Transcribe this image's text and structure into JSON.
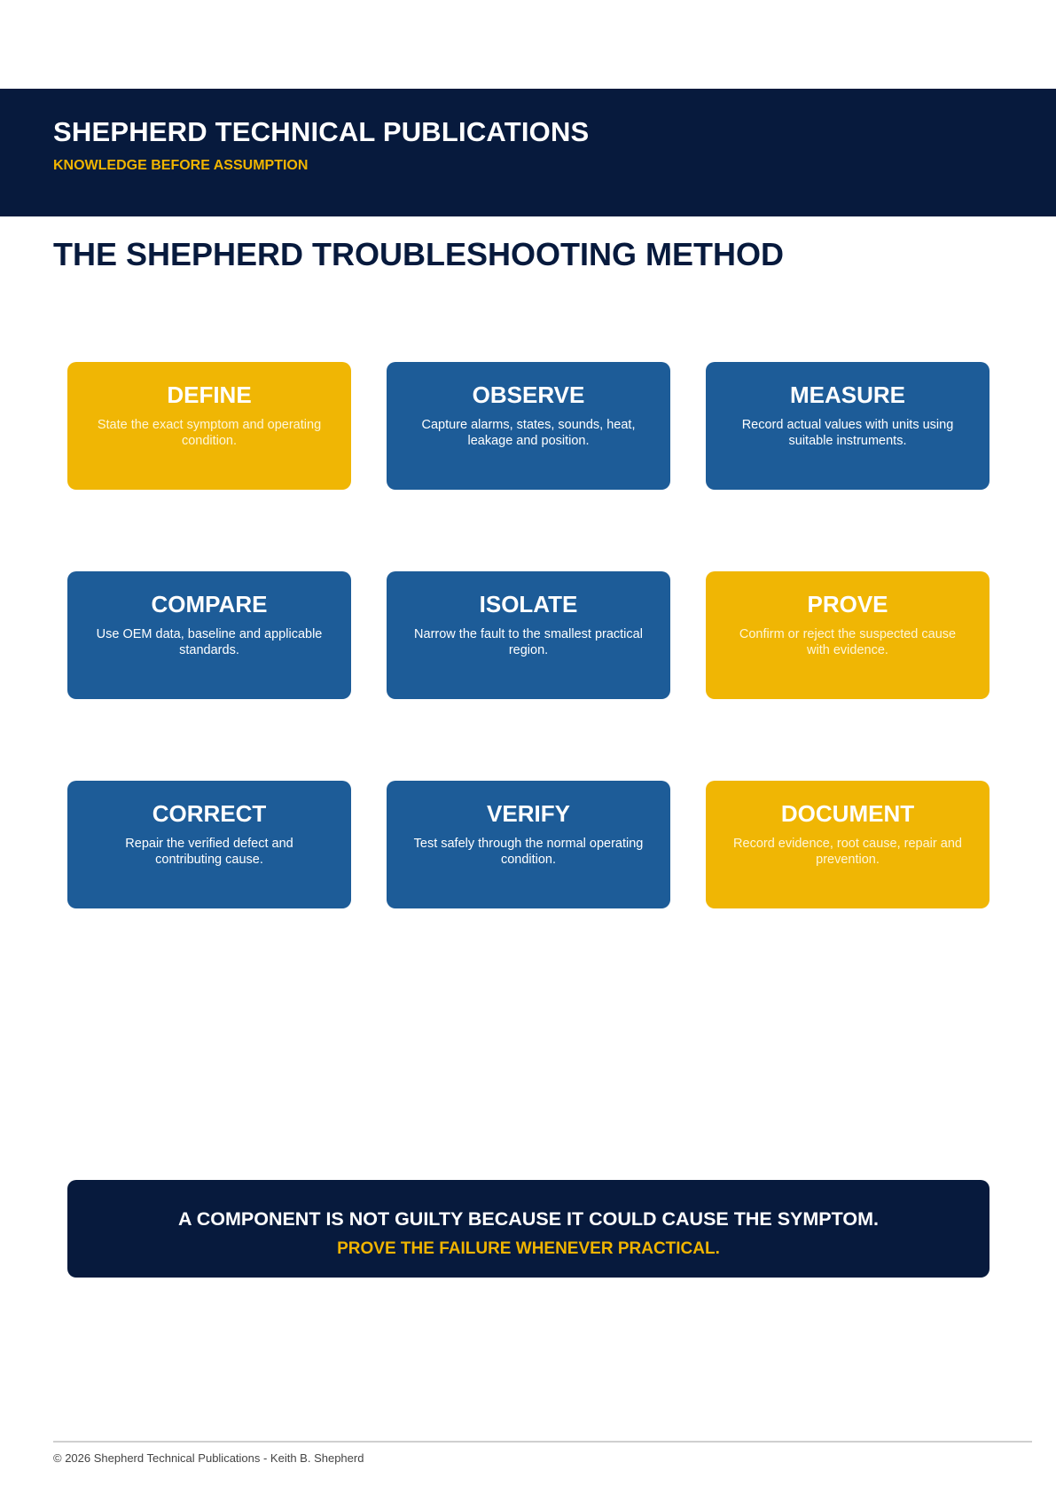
{
  "header": {
    "title": "SHEPHERD TECHNICAL PUBLICATIONS",
    "tagline": "KNOWLEDGE BEFORE ASSUMPTION"
  },
  "page_title": "THE SHEPHERD TROUBLESHOOTING METHOD",
  "steps": [
    {
      "title": "DEFINE",
      "description": "State the exact symptom and operating condition.",
      "highlight": true
    },
    {
      "title": "OBSERVE",
      "description": "Capture alarms, states, sounds, heat, leakage and position.",
      "highlight": false
    },
    {
      "title": "MEASURE",
      "description": "Record actual values with units using suitable instruments.",
      "highlight": false
    },
    {
      "title": "COMPARE",
      "description": "Use OEM data, baseline and applicable standards.",
      "highlight": false
    },
    {
      "title": "ISOLATE",
      "description": "Narrow the fault to the smallest practical region.",
      "highlight": false
    },
    {
      "title": "PROVE",
      "description": "Confirm or reject the suspected cause with evidence.",
      "highlight": true
    },
    {
      "title": "CORRECT",
      "description": "Repair the verified defect and contributing cause.",
      "highlight": false
    },
    {
      "title": "VERIFY",
      "description": "Test safely through the normal operating condition.",
      "highlight": false
    },
    {
      "title": "DOCUMENT",
      "description": "Record evidence, root cause, repair and prevention.",
      "highlight": true
    }
  ],
  "banner": {
    "line1": "A COMPONENT IS NOT GUILTY BECAUSE IT COULD CAUSE THE SYMPTOM.",
    "line2": "PROVE THE FAILURE WHENEVER PRACTICAL."
  },
  "footer": {
    "text": "© 2026 Shepherd Technical Publications - Keith B. Shepherd"
  },
  "colors": {
    "navy": "#071a3d",
    "blue": "#1d5c98",
    "gold": "#f0b604",
    "accent_text": "#f0b400"
  }
}
